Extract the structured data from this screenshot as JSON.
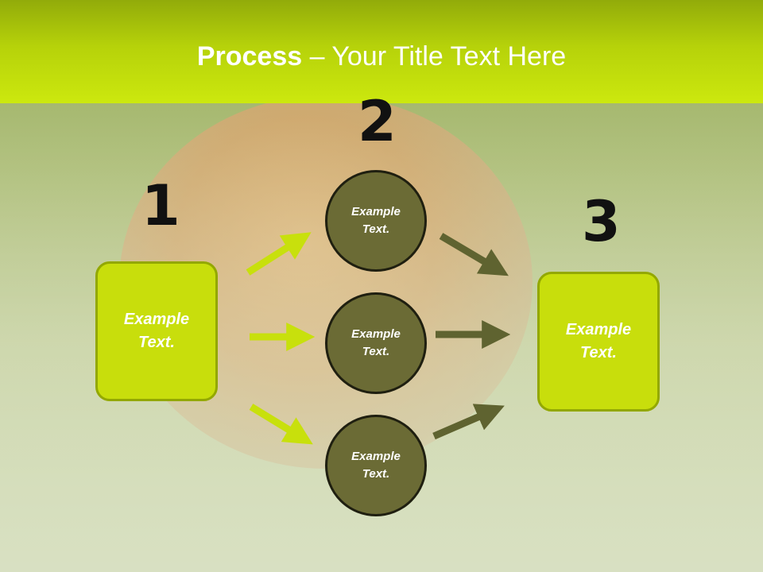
{
  "slide": {
    "title_bold": "Process",
    "title_rest": " – Your Title Text Here"
  },
  "numbers": {
    "one": "1",
    "two": "2",
    "three": "3"
  },
  "left_box": {
    "text_line1": "Example",
    "text_line2": "Text."
  },
  "right_box": {
    "text_line1": "Example",
    "text_line2": "Text."
  },
  "circles": [
    {
      "line1": "Example",
      "line2": "Text."
    },
    {
      "line1": "Example",
      "line2": "Text."
    },
    {
      "line1": "Example",
      "line2": "Text."
    }
  ],
  "colors": {
    "header": "#c8e00c",
    "box_fill": "#c8de0c",
    "circle_fill": "#6b6b35",
    "arrow_left": "#c8e00c",
    "arrow_right": "#5f6330"
  }
}
